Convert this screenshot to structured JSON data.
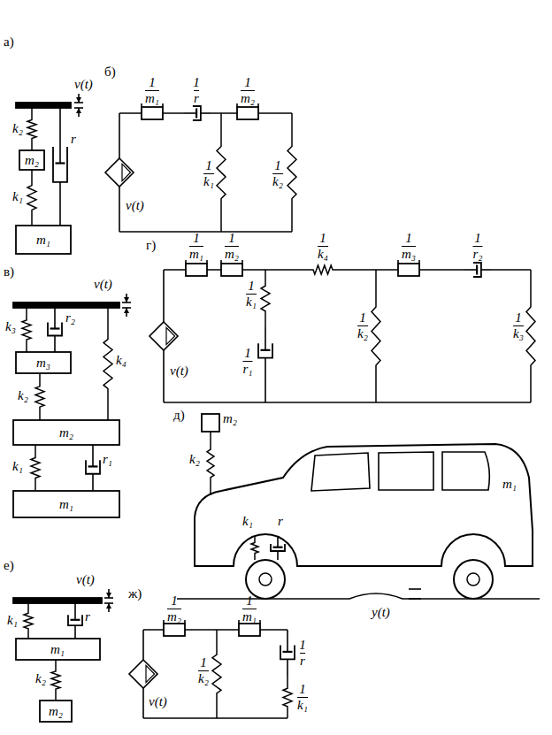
{
  "diagram": {
    "labels": [
      "а)",
      "v(t)",
      "k₂",
      "m₂",
      "k₁",
      "r",
      "m₁",
      "б)",
      "1",
      "m₁",
      "1",
      "r",
      "1",
      "m₂",
      "1",
      "k₁",
      "1",
      "k₂",
      "v(t)",
      "в)",
      "v(t)",
      "k₃",
      "r₂",
      "m₃",
      "k₂",
      "k₄",
      "m₂",
      "k₁",
      "r₁",
      "m₁",
      "г)",
      "1",
      "m₁",
      "1",
      "m₂",
      "1",
      "k₄",
      "1",
      "m₃",
      "1",
      "r₂",
      "1",
      "k₁",
      "1",
      "r₁",
      "1",
      "k₂",
      "1",
      "k₃",
      "v(t)",
      "д)",
      "m₂",
      "k₂",
      "m₁",
      "k₁",
      "r",
      "y(t)",
      "е)",
      "v(t)",
      "k₁",
      "r",
      "m₁",
      "k₂",
      "m₂",
      "ж)",
      "1",
      "m₂",
      "1",
      "m₁",
      "1",
      "k₂",
      "1",
      "r",
      "1",
      "k₁",
      "v(t)"
    ]
  }
}
